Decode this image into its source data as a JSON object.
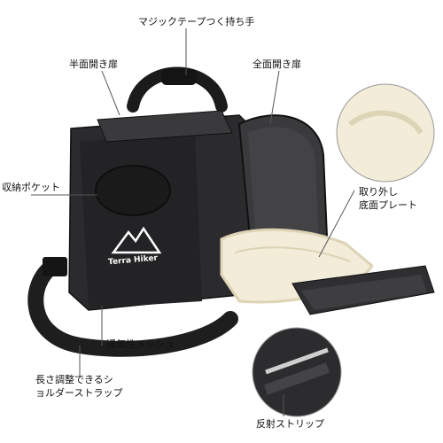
{
  "brand": {
    "logo_text": "Terra Hiker"
  },
  "callouts": {
    "handle": "マジックテープつく持ち手",
    "half_door": "半面開き扉",
    "full_door": "全面開き扉",
    "pocket": "収納ポケット",
    "removable_pad": "取り外し\n底面プレート",
    "mesh": "通気性メッシュ",
    "strap": "長さ調整できるシ\nョルダーストラップ",
    "reflective": "反射ストリップ"
  },
  "colors": {
    "bag_body": "#2b2b2d",
    "bag_dark": "#1a1a1b",
    "fleece": "#f2ecd8",
    "fleece_shadow": "#ddd3b5",
    "mesh": "#3a3a3c",
    "line": "#555555"
  }
}
